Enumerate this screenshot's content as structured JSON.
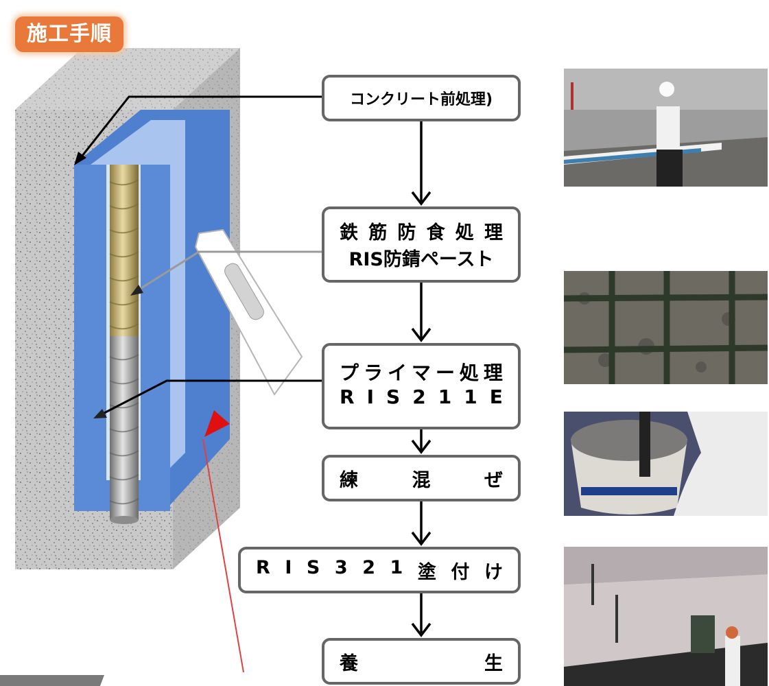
{
  "badge": {
    "label": "施工手順"
  },
  "steps": [
    {
      "id": "step1",
      "lines": [
        [
          "コンクリート前処理)"
        ]
      ]
    },
    {
      "id": "step2",
      "lines": [
        [
          "鉄",
          "筋",
          "防",
          "食",
          "処",
          "理"
        ],
        [
          "RIS防錆ペースト"
        ]
      ]
    },
    {
      "id": "step3",
      "lines": [
        [
          "プ",
          "ラ",
          "イ",
          "マ",
          "ー",
          "処",
          "理"
        ],
        [
          "R",
          "I",
          "S",
          "2",
          "1",
          "1",
          "E"
        ]
      ]
    },
    {
      "id": "step4",
      "lines": [
        [
          "練",
          "混",
          "ぜ"
        ]
      ]
    },
    {
      "id": "step5",
      "lines": [
        [
          "R",
          "I",
          "S",
          "3",
          "2",
          "1",
          "塗",
          "付",
          "け"
        ]
      ]
    },
    {
      "id": "step6",
      "lines": [
        [
          "養",
          "生"
        ]
      ]
    }
  ],
  "photos": [
    "worker-grinding-ceiling-photo",
    "rebar-mesh-photo",
    "mixing-bucket-photo",
    "ceiling-coating-photo"
  ],
  "colors": {
    "badge": "#e8793a",
    "box_border": "#666666",
    "cavity": "#4f7fcf",
    "arrow_red": "#e01010"
  }
}
